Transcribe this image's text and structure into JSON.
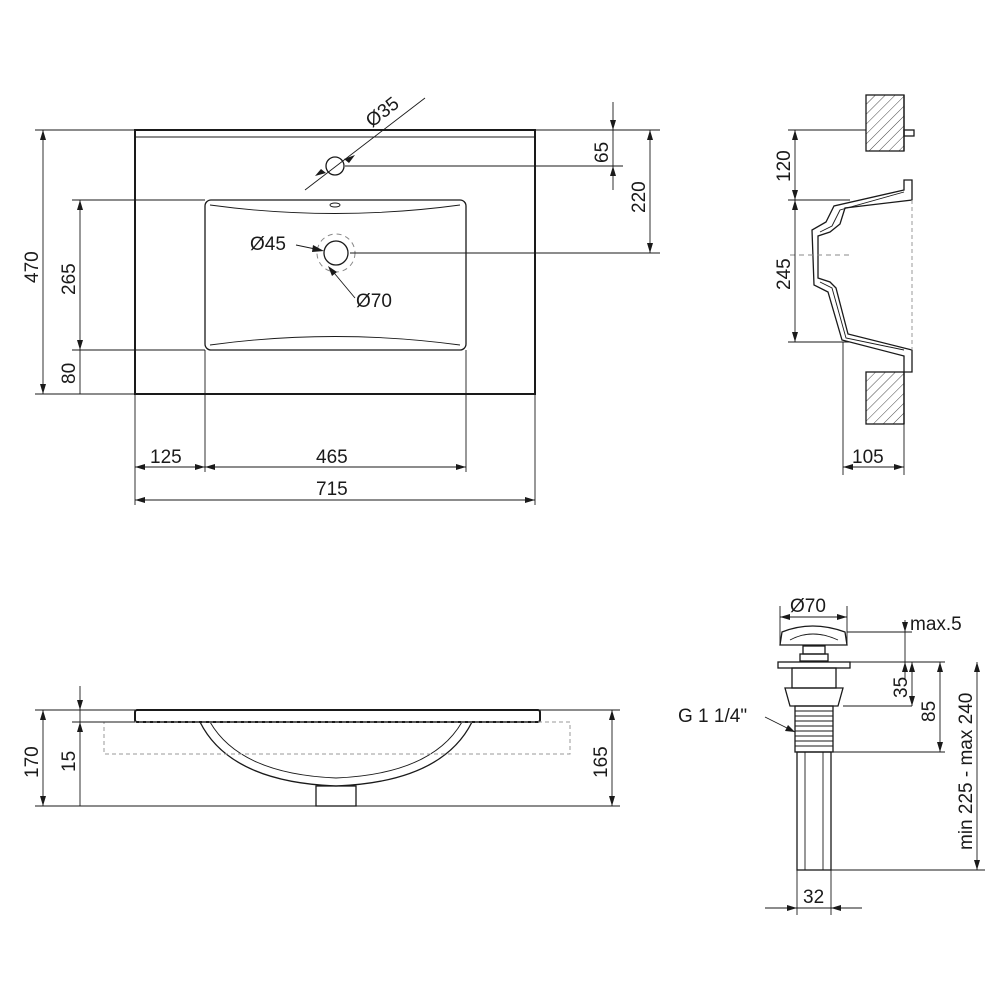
{
  "diagram": {
    "top_view": {
      "tap_hole_diameter": "Ø35",
      "drain_diameter": "Ø45",
      "drain_cap_diameter": "Ø70",
      "dim_width_total": "715",
      "dim_left_offset": "125",
      "dim_bowl_width": "465",
      "dim_depth_total": "470",
      "dim_bowl_depth": "265",
      "dim_front_offset": "80",
      "dim_tap_offset": "65",
      "dim_drain_offset": "220"
    },
    "side_section": {
      "dim_top": "120",
      "dim_bowl": "245",
      "dim_depth": "105"
    },
    "front_view": {
      "dim_total_height": "170",
      "dim_rim_thickness": "15",
      "dim_bowl_height": "165"
    },
    "drain_fitting": {
      "cap_diameter": "Ø70",
      "cap_max": "max.5",
      "thread": "G 1 1/4\"",
      "dim_35": "35",
      "dim_85": "85",
      "dim_range": "min 225 - max 240",
      "pipe_diameter": "32"
    }
  }
}
